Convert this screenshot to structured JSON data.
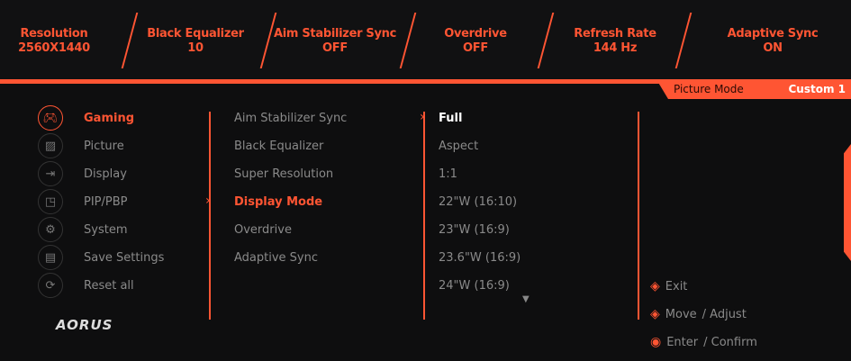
{
  "status": [
    {
      "label": "Resolution",
      "value": "2560X1440"
    },
    {
      "label": "Black Equalizer",
      "value": "10"
    },
    {
      "label": "Aim Stabilizer Sync",
      "value": "OFF"
    },
    {
      "label": "Overdrive",
      "value": "OFF"
    },
    {
      "label": "Refresh Rate",
      "value": "144 Hz"
    },
    {
      "label": "Adaptive Sync",
      "value": "ON"
    }
  ],
  "picture_mode": {
    "label": "Picture Mode",
    "value": "Custom 1"
  },
  "menu": [
    "Gaming",
    "Picture",
    "Display",
    "PIP/PBP",
    "System",
    "Save Settings",
    "Reset all"
  ],
  "submenu": [
    "Aim Stabilizer Sync",
    "Black Equalizer",
    "Super Resolution",
    "Display Mode",
    "Overdrive",
    "Adaptive Sync"
  ],
  "values": [
    "Full",
    "Aspect",
    "1:1",
    "22\"W (16:10)",
    "23\"W (16:9)",
    "23.6\"W (16:9)",
    "24\"W (16:9)"
  ],
  "hints": {
    "exit": "Exit",
    "move": "Move",
    "adjust": "/ Adjust",
    "enter": "Enter",
    "confirm": "/ Confirm"
  },
  "logo": "AORUS",
  "accent": "#ff5533"
}
